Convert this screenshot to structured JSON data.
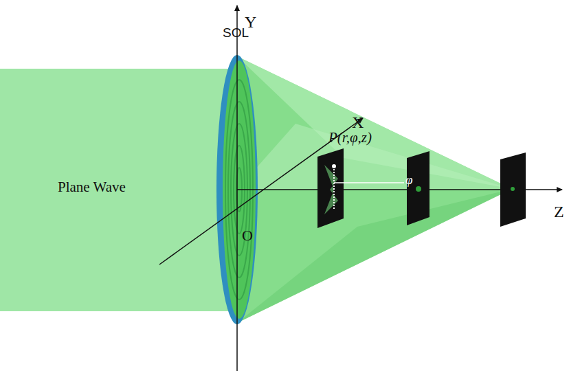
{
  "diagram": {
    "labels": [
      "SOL",
      "Y",
      "X",
      "Plane Wave",
      "P(r,φ,z)",
      "φ",
      "O",
      "Z"
    ]
  }
}
